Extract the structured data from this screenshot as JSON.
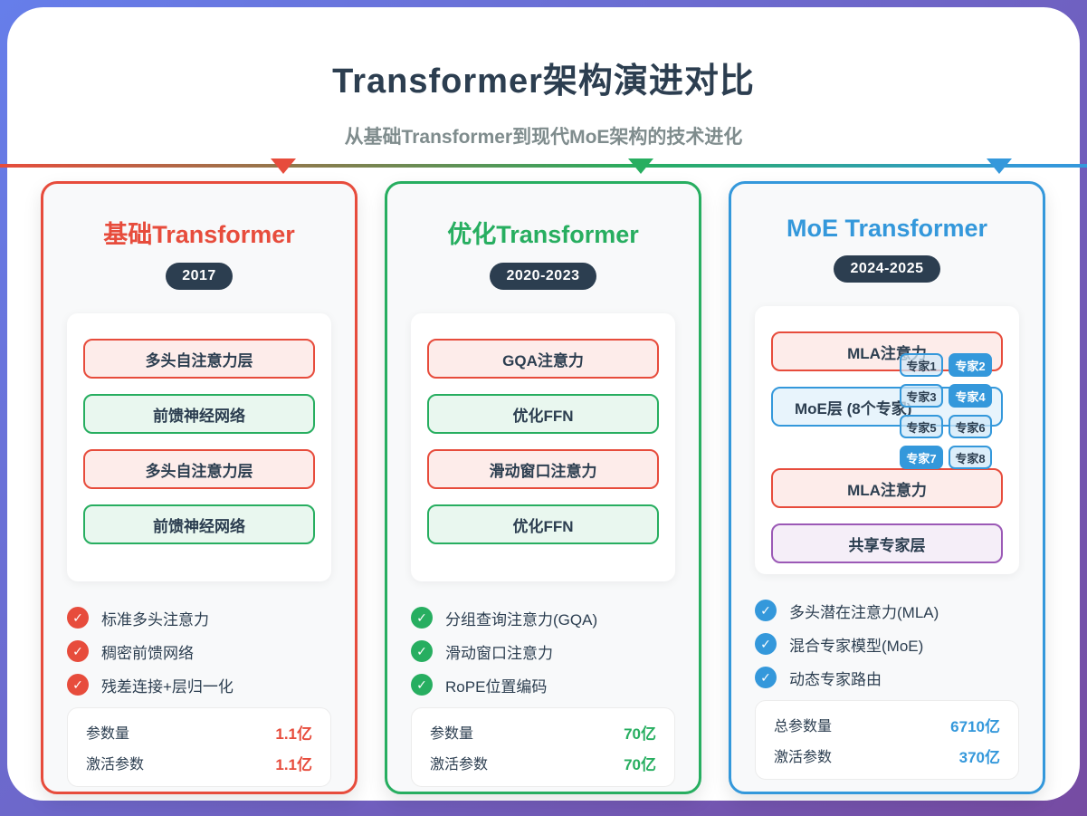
{
  "header": {
    "title": "Transformer架构演进对比",
    "subtitle": "从基础Transformer到现代MoE架构的技术进化"
  },
  "colors": {
    "background_gradient_start": "#667eea",
    "background_gradient_end": "#764ba2",
    "heading": "#2c3e50",
    "subtitle": "#7f8c8d",
    "badge_background": "#2c3e50",
    "timeline_gradient": [
      "#e74c3c",
      "#27ae60",
      "#3498db"
    ]
  },
  "cards": [
    {
      "id": "basic",
      "title": "基础Transformer",
      "period": "2017",
      "accent": "#e74c3c",
      "layers": [
        {
          "label": "多头自注意力层",
          "type": "attention"
        },
        {
          "label": "前馈神经网络",
          "type": "ffn"
        },
        {
          "label": "多头自注意力层",
          "type": "attention"
        },
        {
          "label": "前馈神经网络",
          "type": "ffn"
        }
      ],
      "features": [
        {
          "icon": "check-icon",
          "label": "标准多头注意力"
        },
        {
          "icon": "check-icon",
          "label": "稠密前馈网络"
        },
        {
          "icon": "check-icon",
          "label": "残差连接+层归一化"
        }
      ],
      "stats": [
        {
          "label": "参数量",
          "value": "1.1亿"
        },
        {
          "label": "激活参数",
          "value": "1.1亿"
        }
      ]
    },
    {
      "id": "optimized",
      "title": "优化Transformer",
      "period": "2020-2023",
      "accent": "#27ae60",
      "layers": [
        {
          "label": "GQA注意力",
          "type": "attention"
        },
        {
          "label": "优化FFN",
          "type": "ffn"
        },
        {
          "label": "滑动窗口注意力",
          "type": "attention"
        },
        {
          "label": "优化FFN",
          "type": "ffn"
        }
      ],
      "features": [
        {
          "icon": "check-icon",
          "label": "分组查询注意力(GQA)"
        },
        {
          "icon": "check-icon",
          "label": "滑动窗口注意力"
        },
        {
          "icon": "check-icon",
          "label": "RoPE位置编码"
        }
      ],
      "stats": [
        {
          "label": "参数量",
          "value": "70亿"
        },
        {
          "label": "激活参数",
          "value": "70亿"
        }
      ]
    },
    {
      "id": "moe",
      "title": "MoE Transformer",
      "period": "2024-2025",
      "accent": "#3498db",
      "layers": [
        {
          "label": "MLA注意力",
          "type": "attention"
        },
        {
          "label": "MoE层 (8个专家)",
          "type": "moe"
        },
        {
          "label": "MLA注意力",
          "type": "attention"
        },
        {
          "label": "共享专家层",
          "type": "shared"
        }
      ],
      "experts": [
        {
          "label": "专家1",
          "active": false
        },
        {
          "label": "专家2",
          "active": true
        },
        {
          "label": "专家3",
          "active": false
        },
        {
          "label": "专家4",
          "active": true
        },
        {
          "label": "专家5",
          "active": false
        },
        {
          "label": "专家6",
          "active": false
        },
        {
          "label": "专家7",
          "active": true
        },
        {
          "label": "专家8",
          "active": false
        }
      ],
      "features": [
        {
          "icon": "check-icon",
          "label": "多头潜在注意力(MLA)"
        },
        {
          "icon": "check-icon",
          "label": "混合专家模型(MoE)"
        },
        {
          "icon": "check-icon",
          "label": "动态专家路由"
        }
      ],
      "stats": [
        {
          "label": "总参数量",
          "value": "6710亿"
        },
        {
          "label": "激活参数",
          "value": "370亿"
        }
      ]
    }
  ]
}
